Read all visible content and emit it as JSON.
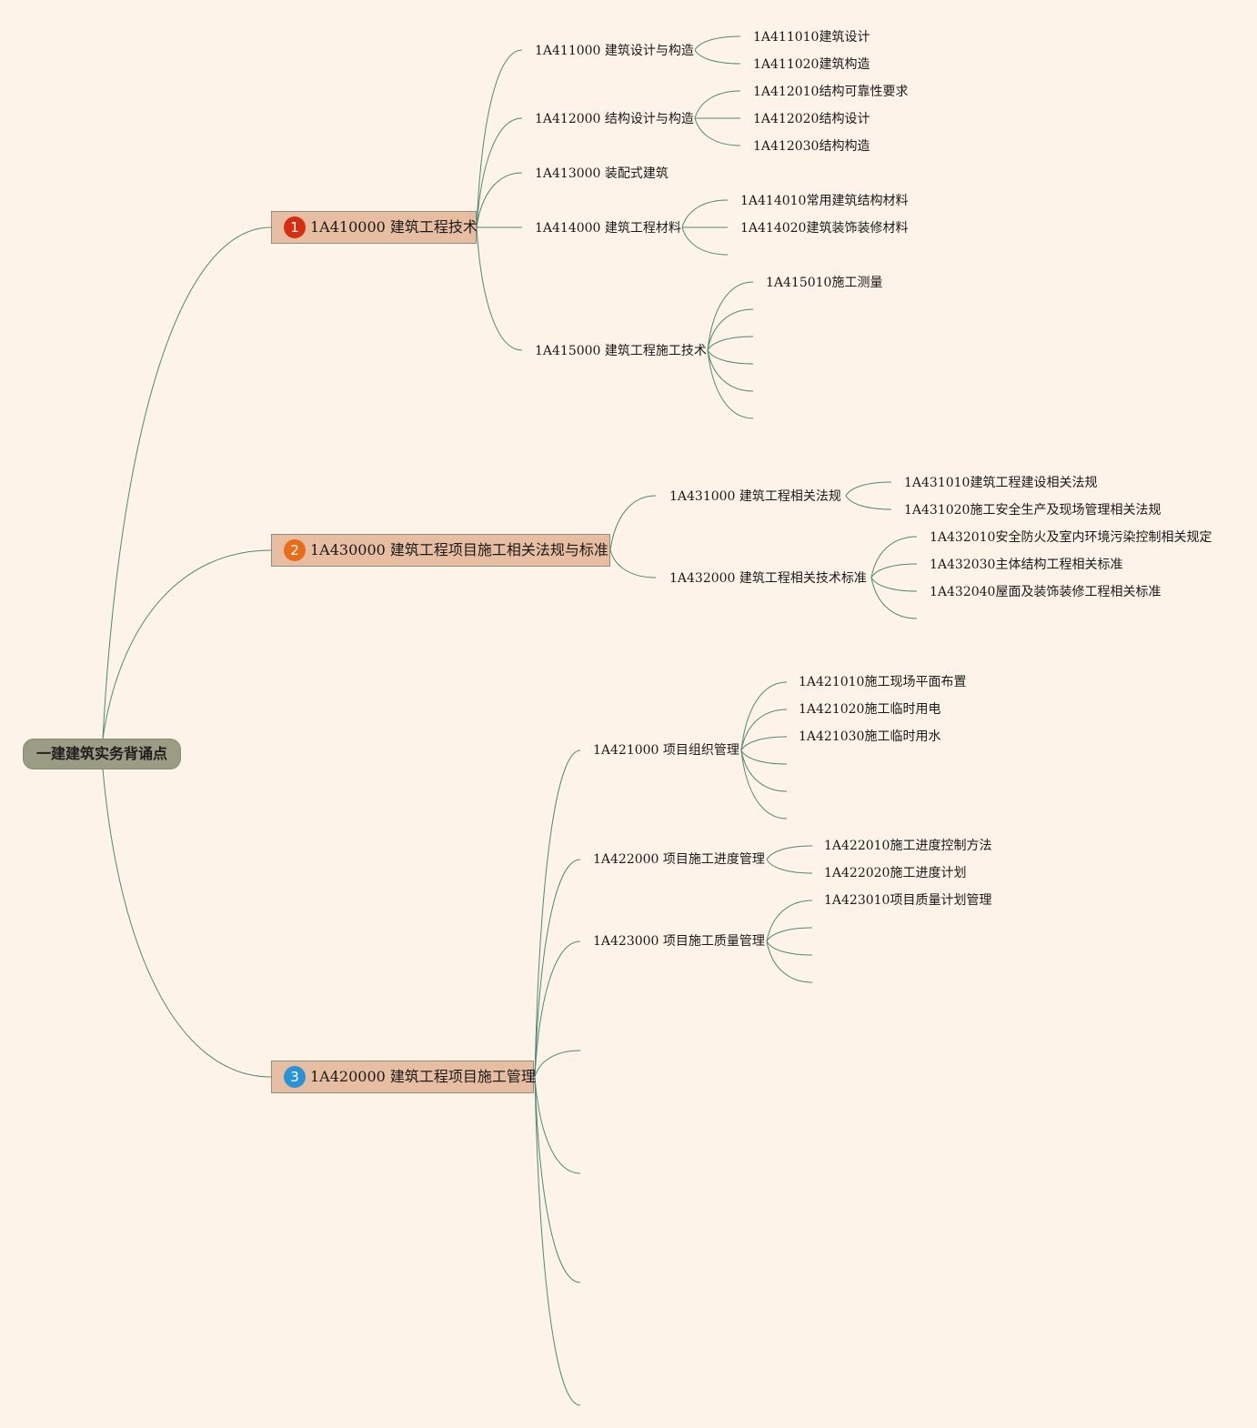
{
  "root": {
    "label": "一建建筑实务背诵点"
  },
  "topics": [
    {
      "number": "1",
      "badge_color": "#d62e12",
      "label": "1A410000 建筑工程技术",
      "children": [
        {
          "label": "1A411000 建筑设计与构造",
          "children": [
            "1A411010建筑设计",
            "1A411020建筑构造"
          ]
        },
        {
          "label": "1A412000 结构设计与构造",
          "children": [
            "1A412010结构可靠性要求",
            "1A412020结构设计",
            "1A412030结构构造"
          ]
        },
        {
          "label": "1A413000 装配式建筑",
          "children": []
        },
        {
          "label": "1A414000 建筑工程材料",
          "children": [
            "1A414010常用建筑结构材料",
            "1A414020建筑装饰装修材料"
          ]
        },
        {
          "label": "1A415000 建筑工程施工技术",
          "children": [
            "1A415010施工测量"
          ]
        }
      ]
    },
    {
      "number": "2",
      "badge_color": "#e86c1a",
      "label": "1A430000  建筑工程项目施工相关法规与标准",
      "children": [
        {
          "label": "1A431000  建筑工程相关法规",
          "children": [
            "1A431010建筑工程建设相关法规",
            "1A431020施工安全生产及现场管理相关法规"
          ]
        },
        {
          "label": "1A432000  建筑工程相关技术标准",
          "children": [
            "1A432010安全防火及室内环境污染控制相关规定",
            "1A432030主体结构工程相关标准",
            "1A432040屋面及装饰装修工程相关标准"
          ]
        }
      ]
    },
    {
      "number": "3",
      "badge_color": "#2a93d5",
      "label": "1A420000 建筑工程项目施工管理",
      "children": [
        {
          "label": "1A421000 项目组织管理",
          "children": [
            "1A421010施工现场平面布置",
            "1A421020施工临时用电",
            "1A421030施工临时用水"
          ]
        },
        {
          "label": "1A422000 项目施工进度管理",
          "children": [
            "1A422010施工进度控制方法",
            "1A422020施工进度计划"
          ]
        },
        {
          "label": "1A423000 项目施工质量管理",
          "children": [
            "1A423010项目质量计划管理"
          ]
        }
      ]
    }
  ],
  "colors": {
    "background": "#fef3e9",
    "line": "#4f8a73",
    "topic_fill": "#e8bea2",
    "root_fill": "#9a9c83"
  }
}
